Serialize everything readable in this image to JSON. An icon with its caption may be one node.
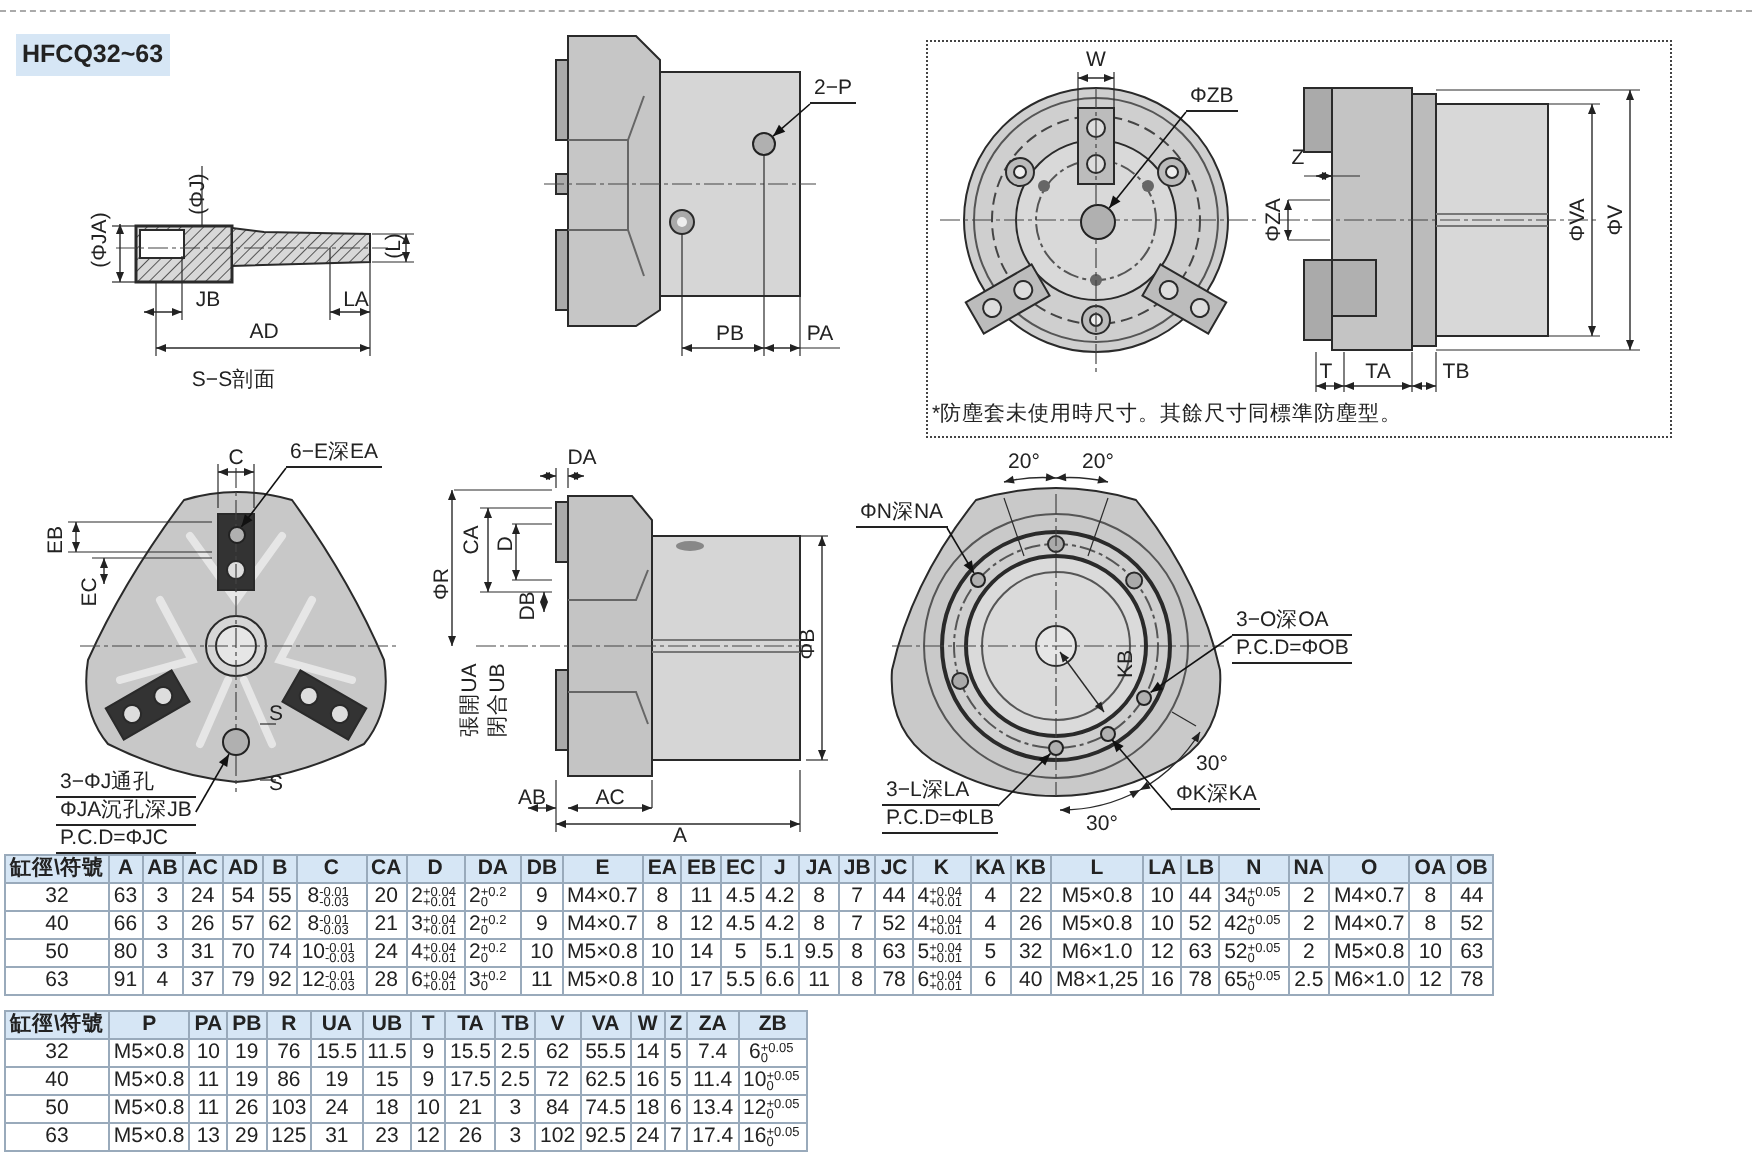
{
  "diagram": {
    "title": "HFCQ32~63",
    "nodes": [
      {
        "text": [
          "2−P"
        ]
      },
      {
        "text": [
          "*防塵套未使用時尺寸。其餘尺寸同標準防塵型。"
        ]
      },
      {
        "text": [
          "ΦZB"
        ],
        "in": 1
      },
      {
        "text": [
          "6−E深EA"
        ]
      },
      {
        "text": [
          "ΦN深NA"
        ]
      },
      {
        "text": [
          "3−O深OA",
          "P.C.D=ΦOB"
        ]
      },
      {
        "text": [
          "3−ΦJ通孔",
          "ΦJA沉孔深JB",
          "P.C.D=ΦJC"
        ]
      },
      {
        "text": [
          "3−L深LA",
          "P.C.D=ΦLB"
        ]
      },
      {
        "text": [
          "ΦK深KA"
        ]
      },
      {
        "text": [],
        "shape": "circle"
      },
      {
        "text": [],
        "shape": "circle",
        "in": 1
      },
      {
        "text": [],
        "shape": "circle"
      },
      {
        "text": [],
        "shape": "circle"
      },
      {
        "text": [],
        "shape": "circle"
      },
      {
        "text": [],
        "shape": "circle"
      },
      {
        "text": [],
        "shape": "circle"
      },
      {
        "text": [],
        "shape": "circle"
      }
    ],
    "edges": [
      {
        "from": 0,
        "to": 9,
        "arrow": "to"
      },
      {
        "from": 2,
        "to": 10,
        "arrow": "to"
      },
      {
        "from": 3,
        "to": 11,
        "arrow": "to"
      },
      {
        "from": 4,
        "to": 12,
        "arrow": "to"
      },
      {
        "from": 5,
        "to": 13,
        "arrow": "to"
      },
      {
        "from": 6,
        "to": 14,
        "arrow": "to"
      },
      {
        "from": 7,
        "to": 15,
        "arrow": "to"
      },
      {
        "from": 8,
        "to": 16,
        "arrow": "to"
      }
    ],
    "labels": [
      "(ΦJ)",
      "(ΦJA)",
      "(L)",
      "JB",
      "LA",
      "AD",
      "S−S剖面",
      "PB",
      "PA",
      "W",
      "Z",
      "ΦZA",
      "ΦVA",
      "ΦV",
      "T",
      "TA",
      "TB",
      "C",
      "DA",
      "20°",
      "20°",
      "EB",
      "CA",
      "D",
      "ΦR",
      "DB",
      "EC",
      "ΦB",
      "KB",
      "張開UA",
      "閉合UB",
      "S",
      "30°",
      "S",
      "30°",
      "AB",
      "AC",
      "A",
      "缸徑\\符號",
      "A",
      "AB",
      "AC",
      "AD",
      "B",
      "C",
      "CA",
      "D",
      "DA",
      "DB",
      "E",
      "EA",
      "EB",
      "EC",
      "J",
      "JA",
      "JB",
      "JC",
      "K",
      "KA",
      "KB",
      "L",
      "LA",
      "LB",
      "N",
      "NA",
      "O",
      "OA",
      "OB",
      "32",
      "63",
      "3",
      "24",
      "54",
      "55",
      "8$^{-0.01}$$_{-0.03}$",
      "20",
      "2$^{+0.04}$$_{+0.01}$",
      "2$^{+0.2}$$_{0}$",
      "9",
      "M4×0.7",
      "8",
      "11",
      "4.5",
      "4.2",
      "8",
      "7",
      "44",
      "4$^{+0.04}$$_{+0.01}$",
      "4",
      "22",
      "M5×0.8",
      "10",
      "44",
      "34$^{+0.05}$$_{0}$",
      "2",
      "M4×0.7",
      "8",
      "44",
      "40",
      "66",
      "3",
      "26",
      "57",
      "62",
      "8$^{-0.01}$$_{-0.03}$",
      "21",
      "3$^{+0.04}$$_{+0.01}$",
      "2$^{+0.2}$$_{0}$",
      "9",
      "M4×0.7",
      "8",
      "12",
      "4.5",
      "4.2",
      "8",
      "7",
      "52",
      "4$^{+0.04}$$_{+0.01}$",
      "4",
      "26",
      "M5×0.8",
      "10",
      "52",
      "42$^{+0.05}$$_{0}$",
      "2",
      "M4×0.7",
      "8",
      "52",
      "50",
      "80",
      "3",
      "31",
      "70",
      "74",
      "10$^{-0.01}$$_{-0.03}$",
      "24",
      "4$^{+0.04}$$_{+0.01}$",
      "2$^{+0.2}$$_{0}$",
      "10",
      "M5×0.8",
      "10",
      "14",
      "5",
      "5.1",
      "9.5",
      "8",
      "63",
      "5$^{+0.04}$$_{+0.01}$",
      "5",
      "32",
      "M6×1.0",
      "12",
      "63",
      "52$^{+0.05}$$_{0}$",
      "2",
      "M5×0.8",
      "10",
      "63",
      "63",
      "91",
      "4",
      "37",
      "79",
      "92",
      "12$^{-0.01}$$_{-0.03}$",
      "28",
      "6$^{+0.04}$$_{+0.01}$",
      "3$^{+0.2}$$_{0}$",
      "11",
      "M5×0.8",
      "10",
      "17",
      "5.5",
      "6.6",
      "11",
      "8",
      "78",
      "6$^{+0.04}$$_{+0.01}$",
      "6",
      "40",
      "M8×1,25",
      "16",
      "78",
      "65$^{+0.05}$$_{0}$",
      "2.5",
      "M6×1.0",
      "12",
      "78",
      "缸徑\\符號",
      "P",
      "PA",
      "PB",
      "R",
      "UA",
      "UB",
      "T",
      "TA",
      "TB",
      "V",
      "VA",
      "W",
      "Z",
      "ZA",
      "ZB",
      "32",
      "M5×0.8",
      "10",
      "19",
      "76",
      "15.5",
      "11.5",
      "9",
      "15.5",
      "2.5",
      "62",
      "55.5",
      "14",
      "5",
      "7.4",
      "6$^{+0.05}$$_{0}$",
      "40",
      "M5×0.8",
      "11",
      "19",
      "86",
      "19",
      "15",
      "9",
      "17.5",
      "2.5",
      "72",
      "62.5",
      "16",
      "5",
      "11.4",
      "10$^{+0.05}$$_{0}$",
      "50",
      "M5×0.8",
      "11",
      "26",
      "103",
      "24",
      "18",
      "10",
      "21",
      "3",
      "84",
      "74.5",
      "18",
      "6",
      "13.4",
      "12$^{+0.05}$$_{0}$",
      "63",
      "M5×0.8",
      "13",
      "29",
      "125",
      "31",
      "23",
      "12",
      "26",
      "3",
      "102",
      "92.5",
      "24",
      "7",
      "17.4",
      "16$^{+0.05}$$_{0}$"
    ]
  }
}
